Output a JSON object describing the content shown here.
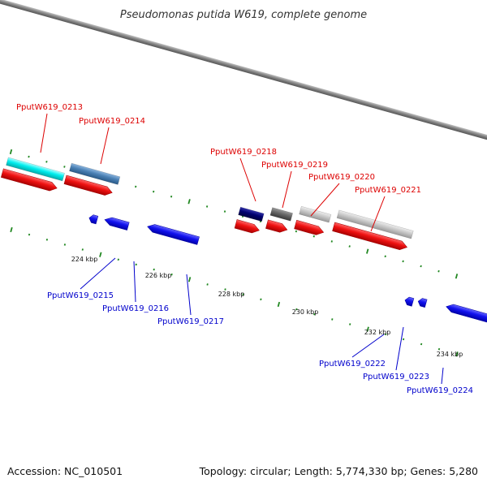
{
  "title": "Pseudomonas putida W619, complete genome",
  "footer": {
    "accession": "Accession: NC_010501",
    "summary": "Topology: circular; Length: 5,774,330 bp; Genes: 5,280"
  },
  "colors": {
    "forward_label": "#dd0000",
    "reverse_label": "#0000cc",
    "cds_forward": "#ee1111",
    "cds_reverse": "#1111ee",
    "tick": "#228822",
    "backbone": "#808080"
  },
  "scale": {
    "tick_labels": [
      "224 kbp",
      "226 kbp",
      "228 kbp",
      "230 kbp",
      "232 kbp",
      "234 kbp"
    ]
  },
  "forward_genes": [
    "PputW619_0213",
    "PputW619_0214",
    "PputW619_0218",
    "PputW619_0219",
    "PputW619_0220",
    "PputW619_0221"
  ],
  "reverse_genes": [
    "PputW619_0215",
    "PputW619_0216",
    "PputW619_0217",
    "PputW619_0222",
    "PputW619_0223",
    "PputW619_0224"
  ]
}
